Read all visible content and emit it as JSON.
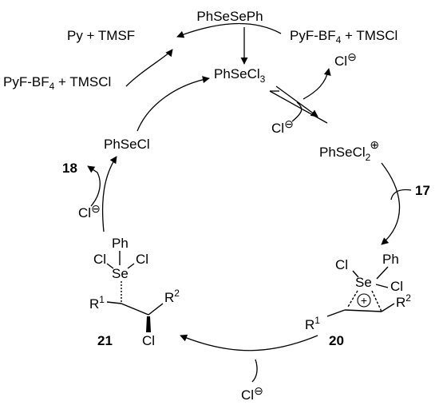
{
  "reagents": {
    "diselenide": "PhSeSePh",
    "fluor_top": [
      "PyF-BF",
      "4",
      " + TMSCl"
    ],
    "fluor_left": [
      "PyF-BF",
      "4",
      " + TMSCl"
    ],
    "byproduct": "Py + TMSF"
  },
  "species": {
    "trichloride": [
      "PhSeCl",
      "3"
    ],
    "cation": [
      "PhSeCl",
      "2"
    ],
    "selenenyl_chloride": "PhSeCl"
  },
  "chloride": {
    "symbol": "Cl",
    "charge": "⊖"
  },
  "compounds": {
    "alkene": "17",
    "product": "18",
    "seleniranium": "20",
    "adduct": "21"
  },
  "structure": {
    "ph": "Ph",
    "se": "Se",
    "cl": "Cl",
    "r1": "R",
    "r1_sup": "1",
    "r2": "R",
    "r2_sup": "2",
    "plus": "+"
  }
}
